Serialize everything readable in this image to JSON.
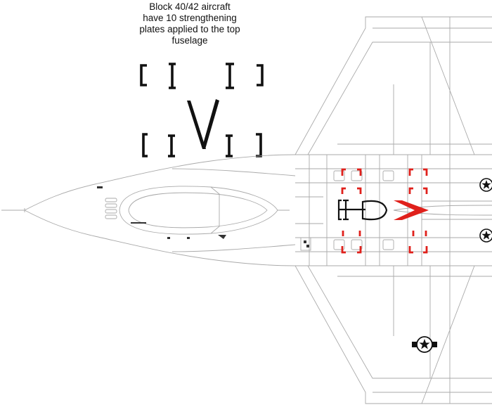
{
  "annotation": {
    "lines": [
      "Block 40/42 aircraft",
      "have 10 strengthening",
      "plates applied to the top",
      "fuselage"
    ]
  },
  "colors": {
    "outline": "#b5b5b5",
    "plates": "#111111",
    "highlight": "#e0201b",
    "background": "#ffffff"
  },
  "icons": [
    "insignia-star-icon"
  ]
}
